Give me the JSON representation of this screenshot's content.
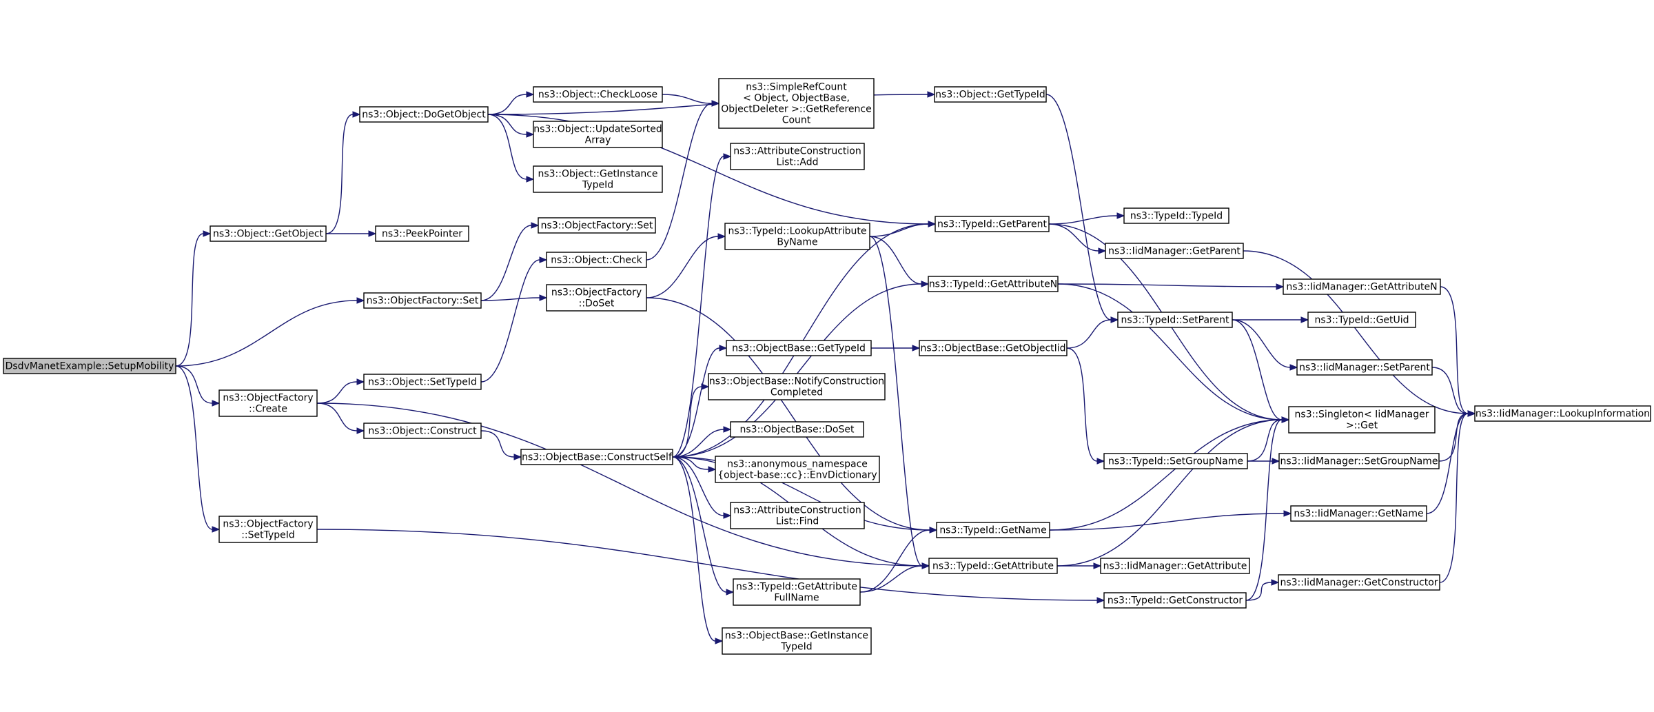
{
  "nodes": [
    {
      "id": "root",
      "lines": [
        "DsdvManetExample::SetupMobility"
      ]
    },
    {
      "id": "getobject",
      "lines": [
        "ns3::Object::GetObject"
      ]
    },
    {
      "id": "doget",
      "lines": [
        "ns3::Object::DoGetObject"
      ]
    },
    {
      "id": "peek",
      "lines": [
        "ns3::PeekPointer"
      ]
    },
    {
      "id": "ofset",
      "lines": [
        "ns3::ObjectFactory::Set"
      ]
    },
    {
      "id": "ofcreate",
      "lines": [
        "ns3::ObjectFactory",
        "::Create"
      ]
    },
    {
      "id": "ofsettypeid",
      "lines": [
        "ns3::ObjectFactory",
        "::SetTypeId"
      ]
    },
    {
      "id": "checkloose",
      "lines": [
        "ns3::Object::CheckLoose"
      ]
    },
    {
      "id": "updatesorted",
      "lines": [
        "ns3::Object::UpdateSorted",
        "Array"
      ]
    },
    {
      "id": "getinsttypeid",
      "lines": [
        "ns3::Object::GetInstance",
        "TypeId"
      ]
    },
    {
      "id": "ofset2",
      "lines": [
        "ns3::ObjectFactory::Set"
      ]
    },
    {
      "id": "check",
      "lines": [
        "ns3::Object::Check"
      ]
    },
    {
      "id": "dosetof",
      "lines": [
        "ns3::ObjectFactory",
        "::DoSet"
      ]
    },
    {
      "id": "objsettypeid",
      "lines": [
        "ns3::Object::SetTypeId"
      ]
    },
    {
      "id": "construct",
      "lines": [
        "ns3::Object::Construct"
      ]
    },
    {
      "id": "constructself",
      "lines": [
        "ns3::ObjectBase::ConstructSelf"
      ]
    },
    {
      "id": "refcount",
      "lines": [
        "ns3::SimpleRefCount",
        "< Object, ObjectBase,",
        "ObjectDeleter >::GetReference",
        "Count"
      ]
    },
    {
      "id": "aclistadd",
      "lines": [
        "ns3::AttributeConstruction",
        "List::Add"
      ]
    },
    {
      "id": "lookupattr",
      "lines": [
        "ns3::TypeId::LookupAttribute",
        "ByName"
      ]
    },
    {
      "id": "obgettypeid",
      "lines": [
        "ns3::ObjectBase::GetTypeId"
      ]
    },
    {
      "id": "notify",
      "lines": [
        "ns3::ObjectBase::NotifyConstruction",
        "Completed"
      ]
    },
    {
      "id": "obdoset",
      "lines": [
        "ns3::ObjectBase::DoSet"
      ]
    },
    {
      "id": "envdict",
      "lines": [
        "ns3::anonymous_namespace",
        "{object-base::cc}::EnvDictionary"
      ]
    },
    {
      "id": "aclistfind",
      "lines": [
        "ns3::AttributeConstruction",
        "List::Find"
      ]
    },
    {
      "id": "getattrfull",
      "lines": [
        "ns3::TypeId::GetAttribute",
        "FullName"
      ]
    },
    {
      "id": "obgetinst",
      "lines": [
        "ns3::ObjectBase::GetInstance",
        "TypeId"
      ]
    },
    {
      "id": "objgettypeid",
      "lines": [
        "ns3::Object::GetTypeId"
      ]
    },
    {
      "id": "tgetparent",
      "lines": [
        "ns3::TypeId::GetParent"
      ]
    },
    {
      "id": "tgetattrn",
      "lines": [
        "ns3::TypeId::GetAttributeN"
      ]
    },
    {
      "id": "getobjectiid",
      "lines": [
        "ns3::ObjectBase::GetObjectIid"
      ]
    },
    {
      "id": "tgetname",
      "lines": [
        "ns3::TypeId::GetName"
      ]
    },
    {
      "id": "tgetattr",
      "lines": [
        "ns3::TypeId::GetAttribute"
      ]
    },
    {
      "id": "ttypeid",
      "lines": [
        "ns3::TypeId::TypeId"
      ]
    },
    {
      "id": "igetparent",
      "lines": [
        "ns3::IidManager::GetParent"
      ]
    },
    {
      "id": "igetattrn",
      "lines": [
        "ns3::IidManager::GetAttributeN"
      ]
    },
    {
      "id": "tsetparent",
      "lines": [
        "ns3::TypeId::SetParent"
      ]
    },
    {
      "id": "tgetuid",
      "lines": [
        "ns3::TypeId::GetUid"
      ]
    },
    {
      "id": "isetparent",
      "lines": [
        "ns3::IidManager::SetParent"
      ]
    },
    {
      "id": "singleton",
      "lines": [
        "ns3::Singleton< IidManager",
        ">::Get"
      ]
    },
    {
      "id": "tsetgroup",
      "lines": [
        "ns3::TypeId::SetGroupName"
      ]
    },
    {
      "id": "isetgroup",
      "lines": [
        "ns3::IidManager::SetGroupName"
      ]
    },
    {
      "id": "igetname",
      "lines": [
        "ns3::IidManager::GetName"
      ]
    },
    {
      "id": "igetattr",
      "lines": [
        "ns3::IidManager::GetAttribute"
      ]
    },
    {
      "id": "tgetctor",
      "lines": [
        "ns3::TypeId::GetConstructor"
      ]
    },
    {
      "id": "igetctor",
      "lines": [
        "ns3::IidManager::GetConstructor"
      ]
    },
    {
      "id": "lookupinfo",
      "lines": [
        "ns3::IidManager::LookupInformation"
      ]
    }
  ],
  "edges": [
    [
      "root",
      "getobject"
    ],
    [
      "root",
      "ofset"
    ],
    [
      "root",
      "ofcreate"
    ],
    [
      "root",
      "ofsettypeid"
    ],
    [
      "getobject",
      "doget"
    ],
    [
      "getobject",
      "peek"
    ],
    [
      "doget",
      "checkloose"
    ],
    [
      "doget",
      "updatesorted"
    ],
    [
      "doget",
      "getinsttypeid"
    ],
    [
      "doget",
      "objgettypeid"
    ],
    [
      "doget",
      "tgetparent"
    ],
    [
      "checkloose",
      "refcount"
    ],
    [
      "ofset",
      "ofset2"
    ],
    [
      "ofset",
      "dosetof"
    ],
    [
      "ofcreate",
      "objsettypeid"
    ],
    [
      "ofcreate",
      "construct"
    ],
    [
      "ofcreate",
      "tgetattr"
    ],
    [
      "ofsettypeid",
      "tgetctor"
    ],
    [
      "objsettypeid",
      "check"
    ],
    [
      "check",
      "refcount"
    ],
    [
      "dosetof",
      "lookupattr"
    ],
    [
      "dosetof",
      "tgetname"
    ],
    [
      "construct",
      "constructself"
    ],
    [
      "constructself",
      "aclistadd"
    ],
    [
      "constructself",
      "tgetparent"
    ],
    [
      "constructself",
      "tgetattrn"
    ],
    [
      "constructself",
      "obgettypeid"
    ],
    [
      "constructself",
      "notify"
    ],
    [
      "constructself",
      "obdoset"
    ],
    [
      "constructself",
      "envdict"
    ],
    [
      "constructself",
      "aclistfind"
    ],
    [
      "constructself",
      "tgetname"
    ],
    [
      "constructself",
      "getattrfull"
    ],
    [
      "constructself",
      "obgetinst"
    ],
    [
      "constructself",
      "tgetattr"
    ],
    [
      "lookupattr",
      "tgetparent"
    ],
    [
      "lookupattr",
      "tgetattrn"
    ],
    [
      "lookupattr",
      "tgetattr"
    ],
    [
      "obgettypeid",
      "getobjectiid"
    ],
    [
      "getattrfull",
      "tgetname"
    ],
    [
      "getattrfull",
      "tgetattr"
    ],
    [
      "objgettypeid",
      "tsetparent"
    ],
    [
      "tgetparent",
      "ttypeid"
    ],
    [
      "tgetparent",
      "igetparent"
    ],
    [
      "tgetparent",
      "singleton"
    ],
    [
      "tgetattrn",
      "igetattrn"
    ],
    [
      "tgetattrn",
      "singleton"
    ],
    [
      "getobjectiid",
      "tsetparent"
    ],
    [
      "getobjectiid",
      "tsetgroup"
    ],
    [
      "tgetname",
      "singleton"
    ],
    [
      "tgetname",
      "igetname"
    ],
    [
      "tgetattr",
      "igetattr"
    ],
    [
      "tgetattr",
      "singleton"
    ],
    [
      "tsetparent",
      "tgetuid"
    ],
    [
      "tsetparent",
      "isetparent"
    ],
    [
      "tsetparent",
      "singleton"
    ],
    [
      "tsetgroup",
      "singleton"
    ],
    [
      "tsetgroup",
      "isetgroup"
    ],
    [
      "tgetctor",
      "singleton"
    ],
    [
      "tgetctor",
      "igetctor"
    ],
    [
      "igetparent",
      "lookupinfo"
    ],
    [
      "igetattrn",
      "lookupinfo"
    ],
    [
      "isetparent",
      "lookupinfo"
    ],
    [
      "isetgroup",
      "lookupinfo"
    ],
    [
      "igetname",
      "lookupinfo"
    ],
    [
      "igetctor",
      "lookupinfo"
    ]
  ]
}
